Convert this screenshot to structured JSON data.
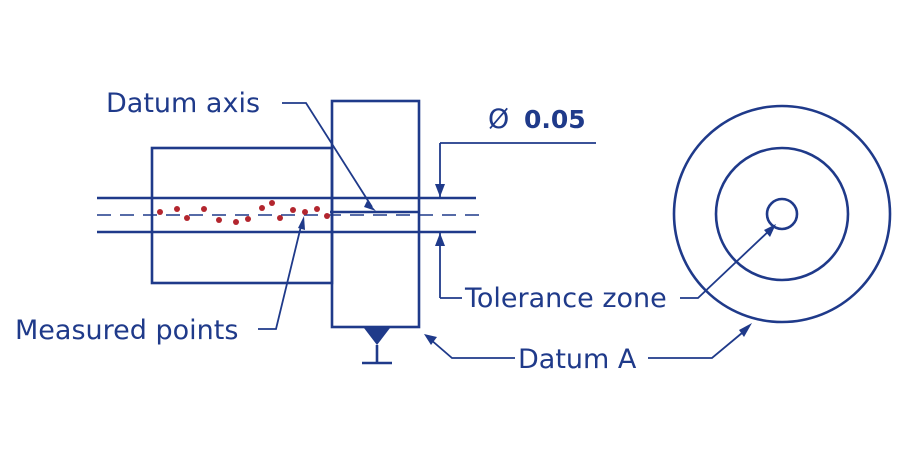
{
  "labels": {
    "datum_axis": "Datum axis",
    "measured_points": "Measured points",
    "tolerance_zone": "Tolerance zone",
    "datum_a": "Datum A",
    "diameter_symbol": "Ø",
    "tolerance_value": "0.05"
  },
  "colors": {
    "line": "#1f3a8a",
    "points": "#b3262e",
    "background": "#ffffff"
  }
}
